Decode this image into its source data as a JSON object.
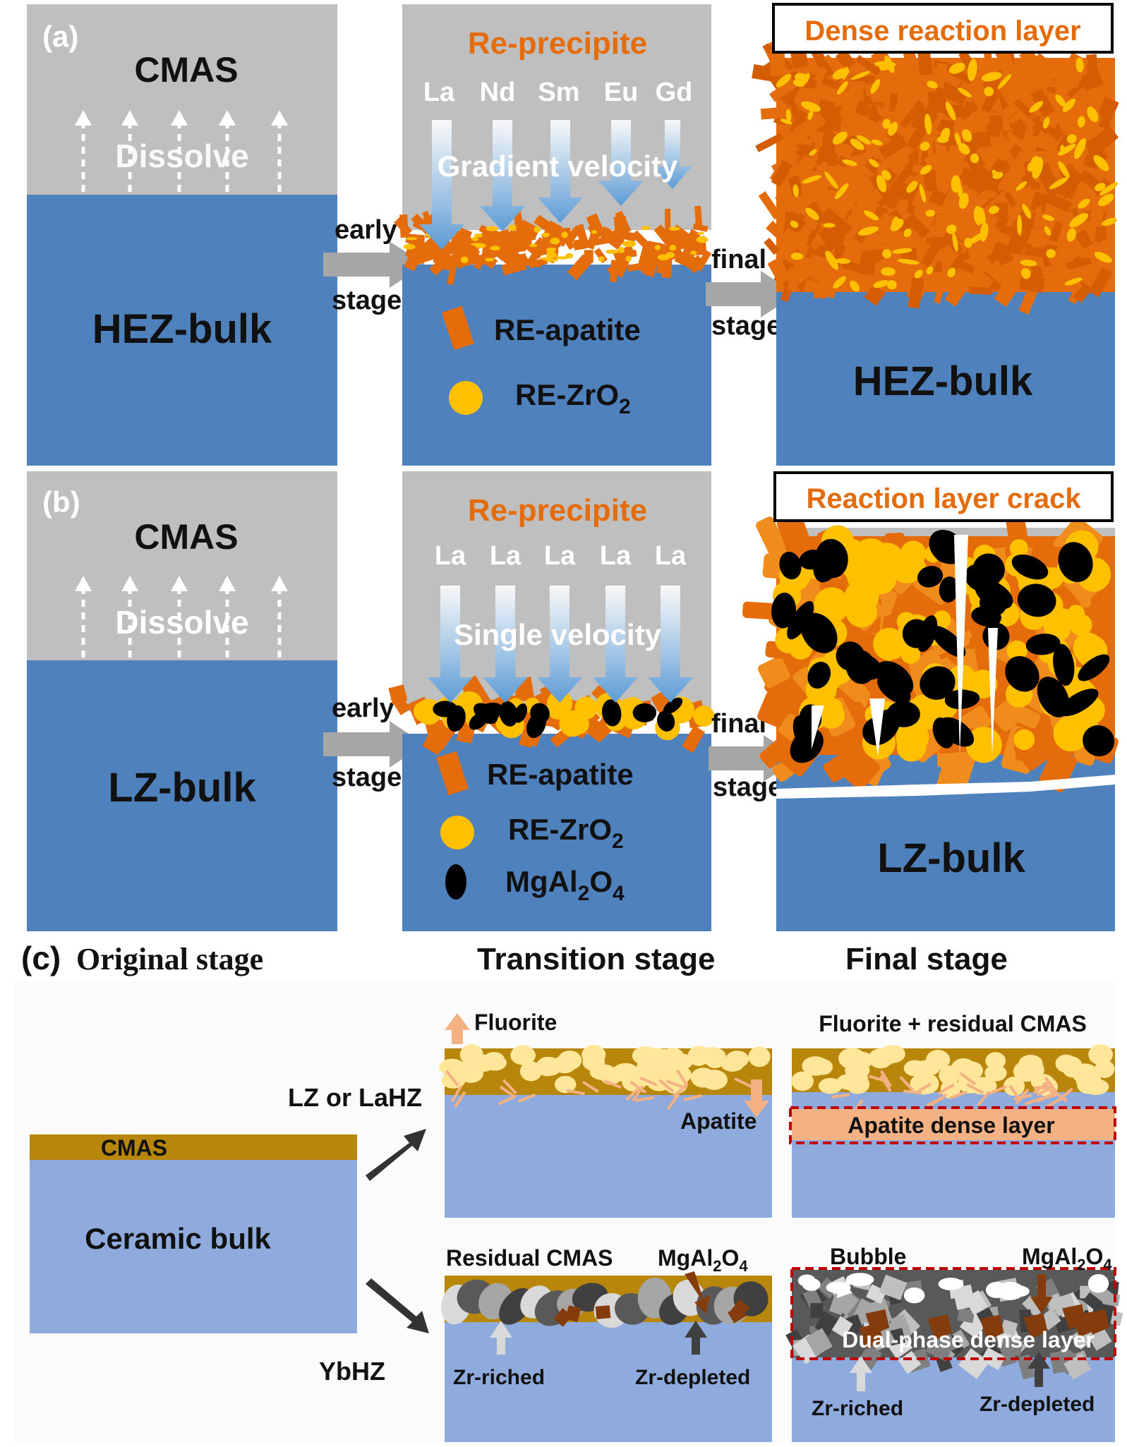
{
  "panel_a": {
    "tag": "(a)",
    "cmas": "CMAS",
    "dissolve": "Dissolve",
    "bulk": "HEZ-bulk",
    "early": "early",
    "early_stage": "stage",
    "reprecipite": "Re-precipite",
    "elements": [
      "La",
      "Nd",
      "Sm",
      "Eu",
      "Gd"
    ],
    "velocity": "Gradient velocity",
    "legend_apatite": "RE-apatite",
    "legend_zro2_main": "RE-ZrO",
    "legend_zro2_sub": "2",
    "final": "final",
    "final_stage": "stage",
    "result_title": "Dense reaction layer",
    "result_bulk": "HEZ-bulk"
  },
  "panel_b": {
    "tag": "(b)",
    "cmas": "CMAS",
    "dissolve": "Dissolve",
    "bulk": "LZ-bulk",
    "early": "early",
    "early_stage": "stage",
    "reprecipite": "Re-precipite",
    "elements": [
      "La",
      "La",
      "La",
      "La",
      "La"
    ],
    "velocity": "Single velocity",
    "legend_apatite": "RE-apatite",
    "legend_zro2_main": "RE-ZrO",
    "legend_zro2_sub": "2",
    "legend_mgal_main": "MgAl",
    "legend_mgal_sub1": "2",
    "legend_mgal_mid": "O",
    "legend_mgal_sub2": "4",
    "final": "final",
    "final_stage": "stage",
    "result_title": "Reaction layer crack",
    "result_bulk": "LZ-bulk"
  },
  "column_labels": {
    "c_tag": "(c)",
    "original": "Original stage",
    "transition": "Transition stage",
    "final": "Final stage"
  },
  "panel_c": {
    "cmas": "CMAS",
    "bulk": "Ceramic bulk",
    "route_upper": "LZ or LaHZ",
    "route_lower": "YbHZ",
    "fluorite": "Fluorite",
    "apatite": "Apatite",
    "fluorite_residual": "Fluorite + residual CMAS",
    "apatite_dense": "Apatite dense layer",
    "residual_cmas": "Residual CMAS",
    "mgal_main": "MgAl",
    "mgal_sub1": "2",
    "mgal_mid": "O",
    "mgal_sub2": "4",
    "zr_riched": "Zr-riched",
    "zr_depleted": "Zr-depleted",
    "bubble": "Bubble",
    "dual_phase": "Dual-phase dense layer"
  },
  "colors": {
    "cmas_gray": "#bfbfbf",
    "bulk_blue": "#4f81bd",
    "apatite_orange": "#e46c0a",
    "zro2_yellow": "#ffc000",
    "title_orange": "#e46c0a",
    "c_bulk": "#8faadc",
    "c_cmas": "#b8860b",
    "crack_red": "#c00000"
  }
}
